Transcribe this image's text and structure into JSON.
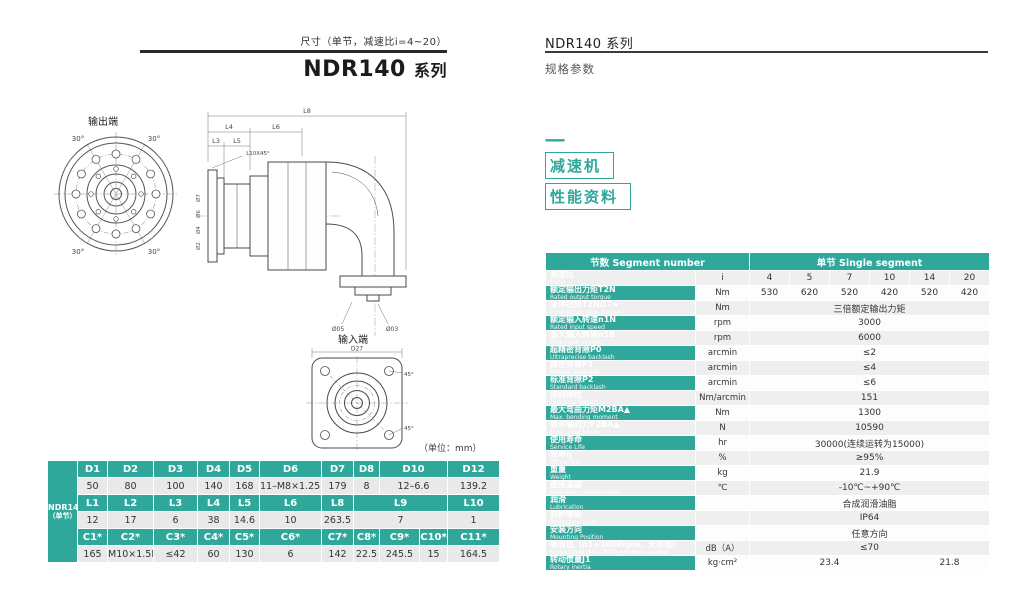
{
  "left": {
    "dim_note": "尺寸（单节，减速比i=4~20）",
    "title_model": "NDR140",
    "title_series": "系列",
    "unit_note": "（单位：mm）",
    "front_view": {
      "label": "输出端",
      "angle_labels": [
        "30°",
        "30°",
        "30°",
        "30°"
      ]
    },
    "side_view": {
      "dim_overall": "L8",
      "dim_l4": "L4",
      "dim_l6": "L6",
      "dim_l3": "L3",
      "dim_l5": "L5",
      "chamfer_note": "L10X45°",
      "dims_left": [
        "Ø7",
        "Ø6",
        "Ø4",
        "Ø2"
      ],
      "dim_b1": "Ø05",
      "dim_b2": "Ø03"
    },
    "input_view": {
      "label": "输入端",
      "dim_top": "D27",
      "angle_labels": [
        "45°",
        "45°"
      ]
    },
    "dim_table": {
      "rows": [
        {
          "cls": "h",
          "cells": [
            {
              "t": "NDR140",
              "sub": "（单节）",
              "r": 6,
              "cls": "corner",
              "n": "table-corner-label"
            },
            {
              "t": "D1"
            },
            {
              "t": "D2"
            },
            {
              "t": "D3"
            },
            {
              "t": "D4"
            },
            {
              "t": "D5"
            },
            {
              "t": "D6"
            },
            {
              "t": "D7"
            },
            {
              "t": "D8"
            },
            {
              "t": "D10",
              "c": 2
            },
            {
              "t": "D12"
            }
          ]
        },
        {
          "cls": "v",
          "cells": [
            {
              "t": "50"
            },
            {
              "t": "80"
            },
            {
              "t": "100"
            },
            {
              "t": "140"
            },
            {
              "t": "168"
            },
            {
              "t": "11–M8×1.25P"
            },
            {
              "t": "179"
            },
            {
              "t": "8"
            },
            {
              "t": "12–6.6",
              "c": 2
            },
            {
              "t": "139.2"
            }
          ]
        },
        {
          "cls": "h",
          "cells": [
            {
              "t": "L1"
            },
            {
              "t": "L2"
            },
            {
              "t": "L3"
            },
            {
              "t": "L4"
            },
            {
              "t": "L5"
            },
            {
              "t": "L6"
            },
            {
              "t": "L8"
            },
            {
              "t": "L9",
              "c": 3
            },
            {
              "t": "L10"
            }
          ]
        },
        {
          "cls": "v",
          "cells": [
            {
              "t": "12"
            },
            {
              "t": "17"
            },
            {
              "t": "6"
            },
            {
              "t": "38"
            },
            {
              "t": "14.6"
            },
            {
              "t": "10"
            },
            {
              "t": "263.5"
            },
            {
              "t": "7",
              "c": 3
            },
            {
              "t": "1"
            }
          ]
        },
        {
          "cls": "h",
          "cells": [
            {
              "t": "C1*"
            },
            {
              "t": "C2*"
            },
            {
              "t": "C3*"
            },
            {
              "t": "C4*"
            },
            {
              "t": "C5*"
            },
            {
              "t": "C6*"
            },
            {
              "t": "C7*"
            },
            {
              "t": "C8*"
            },
            {
              "t": "C9*"
            },
            {
              "t": "C10*"
            },
            {
              "t": "C11*"
            }
          ]
        },
        {
          "cls": "v",
          "cells": [
            {
              "t": "165"
            },
            {
              "t": "M10×1.5P"
            },
            {
              "t": "≤42"
            },
            {
              "t": "60"
            },
            {
              "t": "130"
            },
            {
              "t": "6"
            },
            {
              "t": "142"
            },
            {
              "t": "22.5"
            },
            {
              "t": "245.5"
            },
            {
              "t": "15"
            },
            {
              "t": "164.5"
            }
          ]
        }
      ]
    }
  },
  "right": {
    "header_title": "NDR140 系列",
    "header_sub": "规格参数",
    "section_dash": "一",
    "section_line1": "减速机",
    "section_line2": "性能资料",
    "spec_table": {
      "rows": [
        {
          "cls": "h",
          "cells": [
            {
              "t": "节数 Segment number",
              "c": 2,
              "n": "spec-header-left"
            },
            {
              "t": "单节 Single segment",
              "c": 6,
              "n": "spec-header-right"
            }
          ]
        },
        {
          "cells": [
            {
              "t": "减速比",
              "sub": "Ratio",
              "cls": "p"
            },
            {
              "t": "i",
              "cls": "u"
            },
            {
              "t": "4"
            },
            {
              "t": "5"
            },
            {
              "t": "7"
            },
            {
              "t": "10"
            },
            {
              "t": "14"
            },
            {
              "t": "20"
            }
          ]
        },
        {
          "cells": [
            {
              "t": "额定输出力矩T2N",
              "sub": "Rated output torque",
              "cls": "p"
            },
            {
              "t": "Nm",
              "cls": "u"
            },
            {
              "t": "530"
            },
            {
              "t": "620"
            },
            {
              "t": "520"
            },
            {
              "t": "420"
            },
            {
              "t": "520"
            },
            {
              "t": "420"
            }
          ]
        },
        {
          "cells": [
            {
              "t": "急停扭矩T2NOT★",
              "sub": "Emergency stop torque",
              "cls": "p"
            },
            {
              "t": "Nm",
              "cls": "u"
            },
            {
              "t": "三倍额定输出力矩",
              "c": 6
            }
          ]
        },
        {
          "cells": [
            {
              "t": "额定输入转速n1N",
              "sub": "Rated input speed",
              "cls": "p"
            },
            {
              "t": "rpm",
              "cls": "u"
            },
            {
              "t": "3000",
              "c": 6
            }
          ]
        },
        {
          "cells": [
            {
              "t": "最大输入转速n1B",
              "sub": "Max input speed",
              "cls": "p"
            },
            {
              "t": "rpm",
              "cls": "u"
            },
            {
              "t": "6000",
              "c": 6
            }
          ]
        },
        {
          "cells": [
            {
              "t": "超精密背隙P0",
              "sub": "Ultraprecise backlash",
              "cls": "p"
            },
            {
              "t": "arcmin",
              "cls": "u"
            },
            {
              "t": "≤2",
              "c": 6
            }
          ]
        },
        {
          "cells": [
            {
              "t": "精密背隙P1",
              "sub": "Precise backlash",
              "cls": "p"
            },
            {
              "t": "arcmin",
              "cls": "u"
            },
            {
              "t": "≤4",
              "c": 6
            }
          ]
        },
        {
          "cells": [
            {
              "t": "标准背隙P2",
              "sub": "Standard backlash",
              "cls": "p"
            },
            {
              "t": "arcmin",
              "cls": "u"
            },
            {
              "t": "≤6",
              "c": 6
            }
          ]
        },
        {
          "cells": [
            {
              "t": "扭转刚性",
              "sub": "Torsional rigidity",
              "cls": "p"
            },
            {
              "t": "Nm/arcmin",
              "cls": "u"
            },
            {
              "t": "151",
              "c": 6
            }
          ]
        },
        {
          "cells": [
            {
              "t": "最大弯曲力矩M2BA▲",
              "sub": "Max. bending moment",
              "cls": "p"
            },
            {
              "t": "Nm",
              "cls": "u"
            },
            {
              "t": "1300",
              "c": 6
            }
          ]
        },
        {
          "cells": [
            {
              "t": "容许轴向力F2BA▲",
              "sub": "Max. axial force",
              "cls": "p"
            },
            {
              "t": "N",
              "cls": "u"
            },
            {
              "t": "10590",
              "c": 6
            }
          ]
        },
        {
          "cells": [
            {
              "t": "使用寿命",
              "sub": "Service Life",
              "cls": "p"
            },
            {
              "t": "hr",
              "cls": "u"
            },
            {
              "t": "30000(连续运转为15000)",
              "c": 6
            }
          ]
        },
        {
          "cells": [
            {
              "t": "效率η",
              "sub": "Efficiency",
              "cls": "p"
            },
            {
              "t": "%",
              "cls": "u"
            },
            {
              "t": "≥95%",
              "c": 6
            }
          ]
        },
        {
          "cells": [
            {
              "t": "重量",
              "sub": "Weight",
              "cls": "p"
            },
            {
              "t": "kg",
              "cls": "u"
            },
            {
              "t": "21.9",
              "c": 6
            }
          ]
        },
        {
          "cells": [
            {
              "t": "使用温度",
              "sub": "Operating temperature",
              "cls": "p"
            },
            {
              "t": "℃",
              "cls": "u"
            },
            {
              "t": "-10℃~+90℃",
              "c": 6
            }
          ]
        },
        {
          "cells": [
            {
              "t": "润滑",
              "sub": "Lubrication",
              "cls": "p"
            },
            {
              "t": "",
              "cls": "u"
            },
            {
              "t": "合成润滑油脂",
              "c": 6
            }
          ]
        },
        {
          "cells": [
            {
              "t": "防护等级",
              "sub": "Protection Class",
              "cls": "p"
            },
            {
              "t": "",
              "cls": "u"
            },
            {
              "t": "IP64",
              "c": 6
            }
          ]
        },
        {
          "cells": [
            {
              "t": "安装方向",
              "sub": "Mounting Position",
              "cls": "p"
            },
            {
              "t": "",
              "cls": "u"
            },
            {
              "t": "任意方向",
              "c": 6
            }
          ]
        },
        {
          "cells": [
            {
              "t": "噪音值（n1=3000rpm，无负载）",
              "sub": "Noise Level (N1=3000rpm,Non-Loaded)",
              "cls": "p"
            },
            {
              "t": "dB（A）",
              "cls": "u"
            },
            {
              "t": "≤70",
              "c": 6
            }
          ]
        },
        {
          "cells": [
            {
              "t": "转动惯量J1",
              "sub": "Rotary inertia",
              "cls": "p"
            },
            {
              "t": "kg·cm²",
              "cls": "u"
            },
            {
              "t": "23.4",
              "c": 4
            },
            {
              "t": "21.8",
              "c": 2
            }
          ]
        }
      ]
    }
  },
  "colors": {
    "accent_teal": "#2fa89b",
    "row_gray": "#e9e9e9",
    "rule_dark": "#2a2a2a"
  }
}
